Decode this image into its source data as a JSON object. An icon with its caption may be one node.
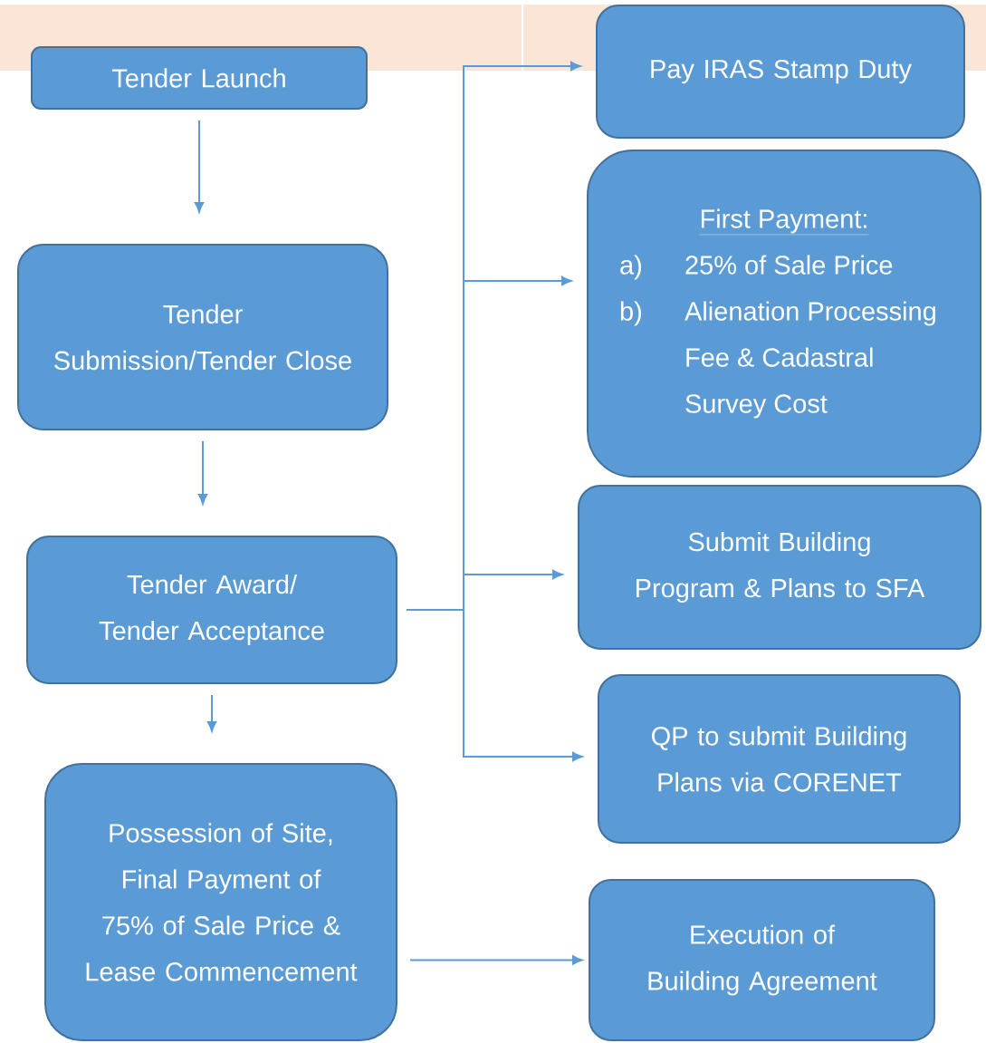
{
  "diagram": {
    "nodes": [
      {
        "text": [
          "Tender Launch"
        ]
      },
      {
        "text": [
          "Tender Submission/Tender Close"
        ]
      },
      {
        "text": [
          "Tender Award/ Tender Acceptance"
        ]
      },
      {
        "text": [
          "Possession of Site, Final Payment of 75% of Sale Price & Lease Commencement"
        ]
      },
      {
        "text": [
          "Pay IRAS Stamp Duty"
        ]
      },
      {
        "text": [
          "First Payment:",
          "a)",
          "25% of Sale Price",
          "b)",
          "Alienation Processing Fee & Cadastral Survey Cost"
        ]
      },
      {
        "text": [
          "Submit Building Program & Plans to SFA"
        ]
      },
      {
        "text": [
          "QP to submit Building Plans via CORENET"
        ]
      },
      {
        "text": [
          "Execution of Building Agreement"
        ]
      }
    ],
    "edges": [
      {
        "from": 0,
        "to": 1,
        "arrow": "to"
      },
      {
        "from": 1,
        "to": 2,
        "arrow": "to"
      },
      {
        "from": 2,
        "to": 3,
        "arrow": "to"
      },
      {
        "from": 2,
        "to": 4,
        "arrow": "to"
      },
      {
        "from": 2,
        "to": 5,
        "arrow": "to"
      },
      {
        "from": 2,
        "to": 6,
        "arrow": "to"
      },
      {
        "from": 2,
        "to": 7,
        "arrow": "to"
      },
      {
        "from": 3,
        "to": 8,
        "arrow": "to"
      }
    ]
  }
}
